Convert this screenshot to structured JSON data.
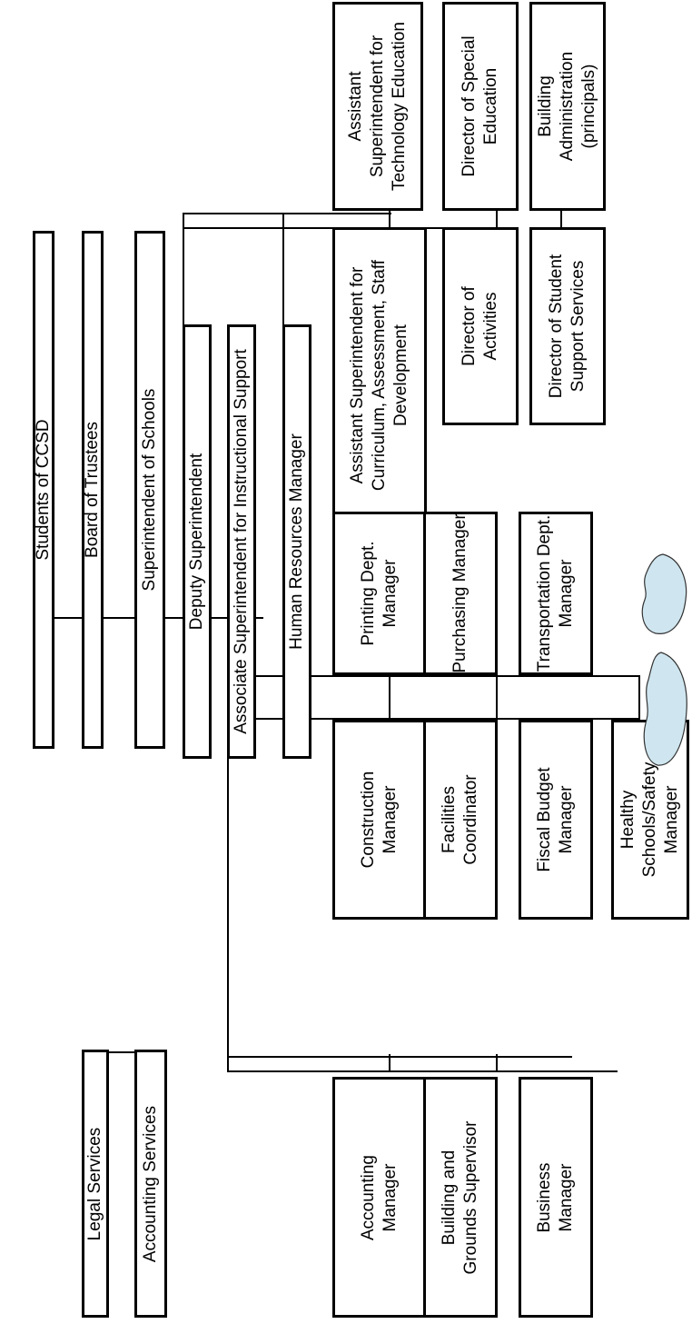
{
  "chart": {
    "students": "Students of CCSD",
    "board": "Board of Trustees",
    "superintendent": "Superintendent of Schools",
    "legal": "Legal Services",
    "accounting_services": "Accounting Services",
    "deputy": "Deputy Superintendent",
    "associate": "Associate Superintendent for Instructional Support",
    "hr": "Human Resources Manager",
    "asst_tech": [
      "Assistant",
      "Superintendent for",
      "Technology Education"
    ],
    "dir_sped": [
      "Director of Special",
      "Education"
    ],
    "building_admin": [
      "Building",
      "Administration",
      "(principals)"
    ],
    "asst_curriculum": [
      "Assistant Superintendent for",
      "Curriculum, Assessment, Staff",
      "Development"
    ],
    "dir_activities": [
      "Director of",
      "Activities"
    ],
    "dir_student_support": [
      "Director of Student",
      "Support Services"
    ],
    "printing": [
      "Printing Dept.",
      "Manager"
    ],
    "purchasing": [
      "Purchasing  Manager"
    ],
    "transportation": [
      "Transportation Dept.",
      "Manager"
    ],
    "construction": [
      "Construction",
      "Manager"
    ],
    "facilities": [
      "Facilities",
      "Coordinator"
    ],
    "fiscal": [
      "Fiscal Budget",
      "Manager"
    ],
    "healthy": [
      "Healthy",
      "Schools/Safety",
      "Manager"
    ],
    "accounting_mgr": [
      "Accounting",
      "Manager"
    ],
    "building_grounds": [
      "Building and",
      "Grounds Supervisor"
    ],
    "business_mgr": [
      "Business",
      "Manager"
    ]
  },
  "decor": {
    "globe_color": "#cfe6f0"
  }
}
